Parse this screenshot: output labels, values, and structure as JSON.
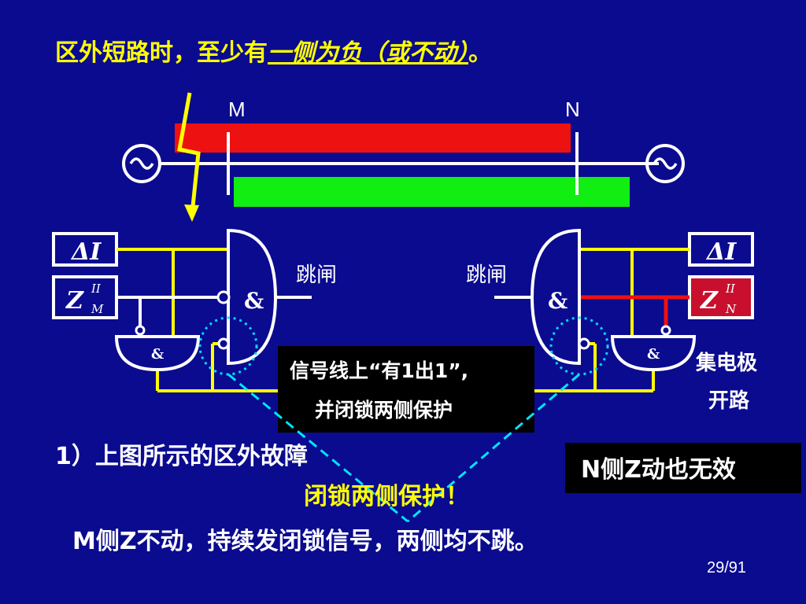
{
  "title": {
    "prefix": "区外短路时，至少有",
    "emphasis": "一侧为负（或不动）",
    "suffix": "。"
  },
  "diagram": {
    "bus_left_label": "M",
    "bus_right_label": "N",
    "trip_left": "跳闸",
    "trip_right": "跳闸",
    "delta_i_symbol": "Δ",
    "delta_i_letter": "I",
    "z_letter": "Z",
    "z_super": "II",
    "z_sub_left": "M",
    "z_sub_right": "N",
    "and_symbol": "&",
    "collector_open_line1": "集电极",
    "collector_open_line2": "开路",
    "colors": {
      "background": "#0b0b8f",
      "red_bar": "#ee1111",
      "green_bar": "#11ee11",
      "wire": "#ffff00",
      "highlight": "#ee1111",
      "callout_line": "#00e5ff"
    }
  },
  "callout": {
    "line1": "信号线上“有1出1”,",
    "line2": "并闭锁两侧保护"
  },
  "notes": {
    "item1": "1）上图所示的区外故障",
    "item1_result": "闭锁两侧保护！",
    "m_side": "M侧Z不动，持续发闭锁信号，两侧均不跳。",
    "n_side": "N侧Z动也无效"
  },
  "page_number": "29/91"
}
